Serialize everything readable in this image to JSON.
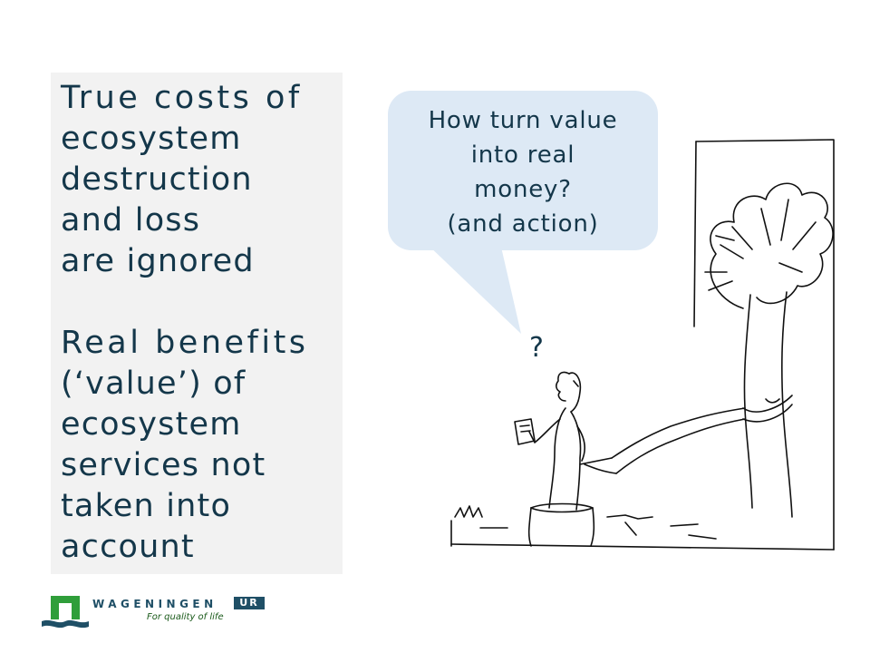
{
  "left_panel": {
    "block1": [
      "True costs of",
      "ecosystem",
      "destruction",
      "and loss",
      "are ignored"
    ],
    "block2": [
      "Real benefits",
      "(‘value’) of",
      "ecosystem",
      "services not",
      "taken into",
      "account"
    ]
  },
  "speech_bubble": {
    "lines": [
      "How turn value",
      "into real",
      "money?",
      "(and action)"
    ]
  },
  "question_mark": "?",
  "logo": {
    "wordmark": "WAGENINGEN",
    "badge": "UR",
    "tagline": "For quality of life"
  },
  "colors": {
    "text": "#14374a",
    "panel_bg": "#f2f2f2",
    "bubble_bg": "#dde9f5",
    "logo_green": "#2f9e3a",
    "logo_blue": "#1f4f66"
  }
}
